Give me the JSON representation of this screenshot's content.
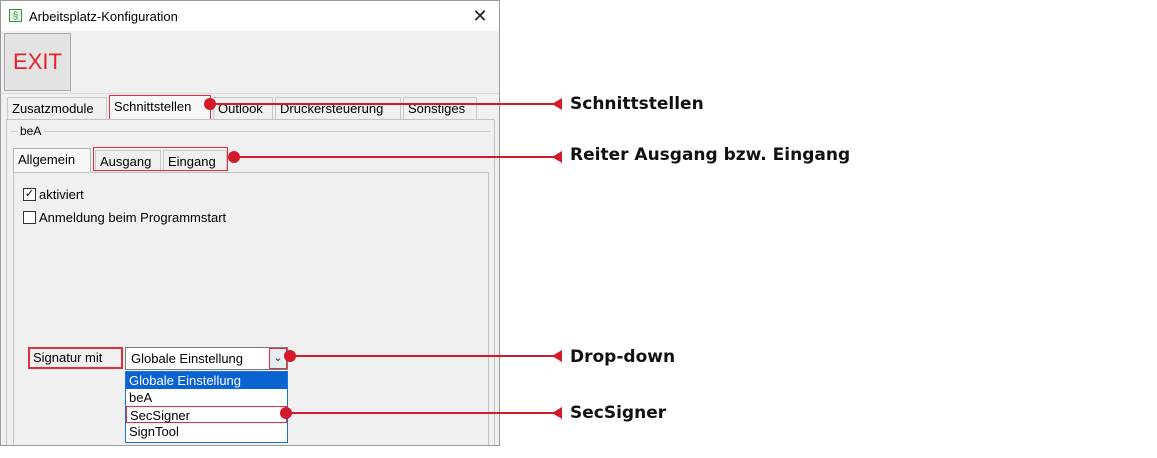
{
  "window": {
    "title": "Arbeitsplatz-Konfiguration",
    "app_icon": "paragraph-icon",
    "app_icon_glyph": "§",
    "close_glyph": "✕"
  },
  "toolbar": {
    "exit_label": "EXIT",
    "exit_color": "#e8202a"
  },
  "main_tabs": [
    {
      "label": "Zusatzmodule",
      "active": false
    },
    {
      "label": "Schnittstellen",
      "active": true
    },
    {
      "label": "Outlook",
      "active": false
    },
    {
      "label": "Druckersteuerung",
      "active": false
    },
    {
      "label": "Sonstiges",
      "active": false
    }
  ],
  "group": {
    "label": "beA"
  },
  "sub_tabs": [
    {
      "label": "Allgemein",
      "active": true
    },
    {
      "label": "Ausgang",
      "active": false
    },
    {
      "label": "Eingang",
      "active": false
    }
  ],
  "options": [
    {
      "label": "aktiviert",
      "checked": true
    },
    {
      "label": "Anmeldung beim Programmstart",
      "checked": false
    }
  ],
  "signature": {
    "label": "Signatur mit",
    "selected_value": "Globale Einstellung",
    "dropdown_items": [
      "Globale Einstellung",
      "beA",
      "SecSigner",
      "SignTool"
    ]
  },
  "callouts": [
    {
      "text": "Schnittstellen"
    },
    {
      "text": "Reiter Ausgang bzw. Eingang"
    },
    {
      "text": "Drop-down"
    },
    {
      "text": "SecSigner"
    }
  ],
  "colors": {
    "annotation_red": "#d41a2a",
    "selection_blue": "#0b63d1"
  }
}
